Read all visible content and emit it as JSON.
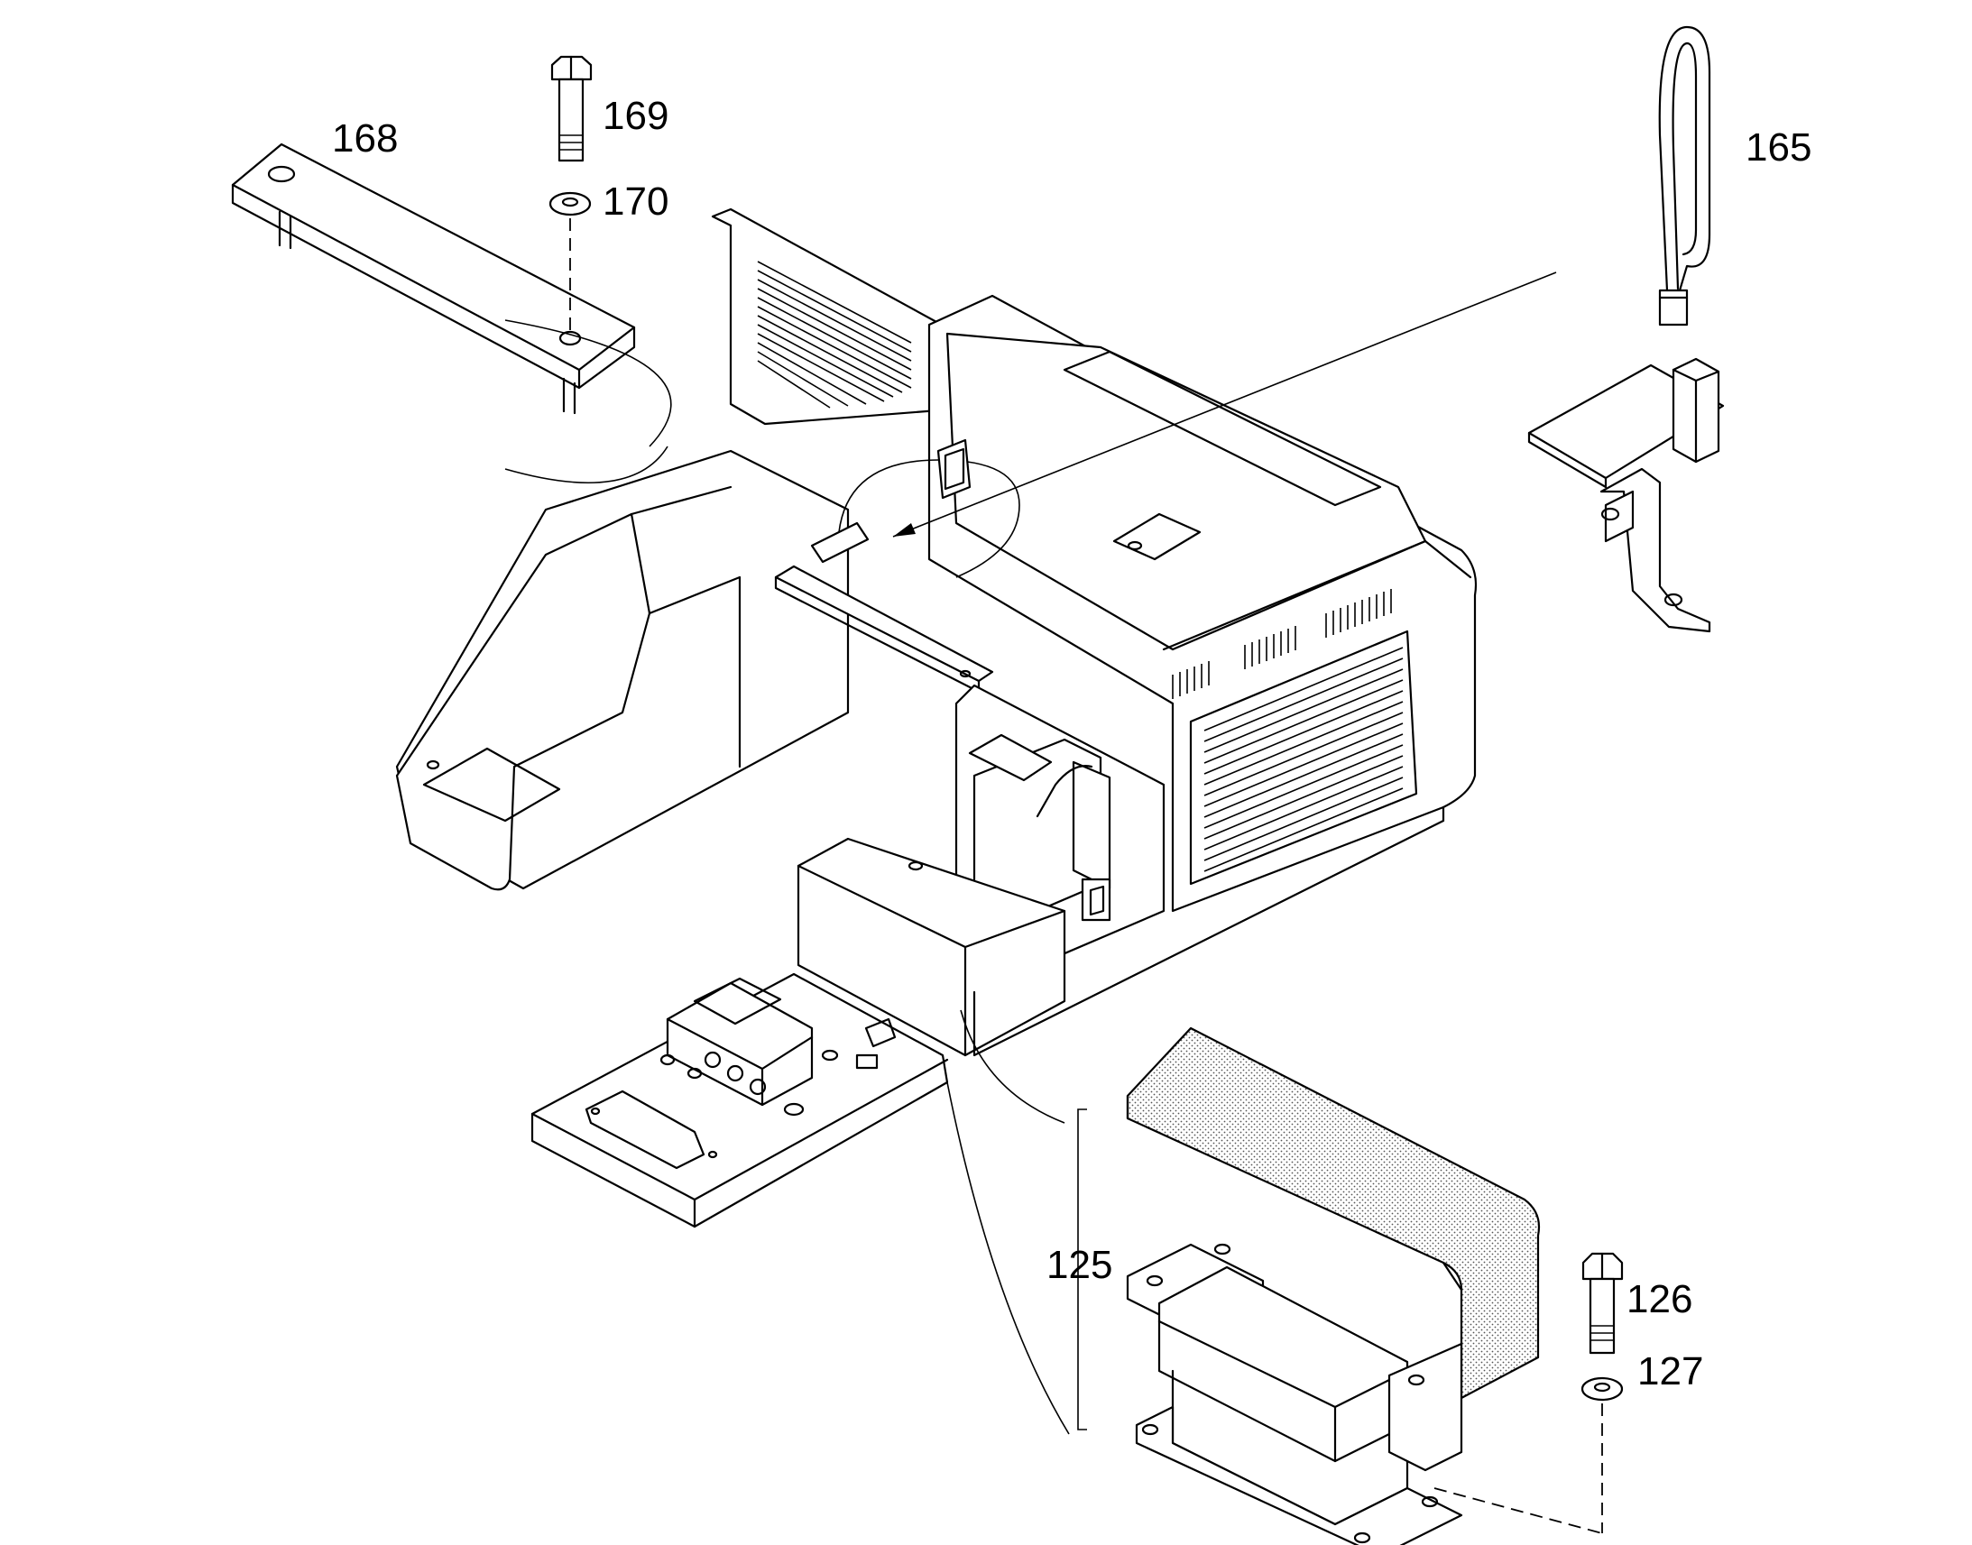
{
  "callouts": {
    "c165": "165",
    "c168": "168",
    "c169": "169",
    "c170": "170",
    "c125": "125",
    "c126": "126",
    "c127": "127"
  },
  "parts": [
    {
      "ref": "165",
      "name": "handrail"
    },
    {
      "ref": "168",
      "name": "step plate"
    },
    {
      "ref": "169",
      "name": "bolt"
    },
    {
      "ref": "170",
      "name": "washer"
    },
    {
      "ref": "125",
      "name": "step bracket"
    },
    {
      "ref": "126",
      "name": "bolt"
    },
    {
      "ref": "127",
      "name": "washer"
    }
  ]
}
